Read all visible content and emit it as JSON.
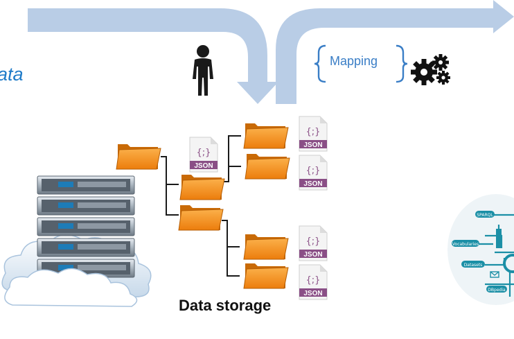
{
  "labels": {
    "partial_data": "ata",
    "mapping": "Mapping",
    "data_storage": "Data storage"
  },
  "file_icon": {
    "glyph": "{;}",
    "type_label": "JSON"
  },
  "network_nodes": {
    "sparql": "SPARQL",
    "vocabularies": "Vocabularies",
    "datasets": "Datasets",
    "dbpedia": "DBpedia"
  },
  "colors": {
    "arrow": "#b9cde6",
    "folder": "#f7941d",
    "folder_dark": "#c96a06",
    "json_badge": "#8a4f86",
    "accent_blue": "#1f7bc8",
    "network_teal": "#1b8fa6"
  },
  "icons": [
    "person-icon",
    "gears-icon",
    "server-rack-icon",
    "cloud-icon",
    "folder-icon",
    "json-file-icon",
    "envelope-icon"
  ]
}
